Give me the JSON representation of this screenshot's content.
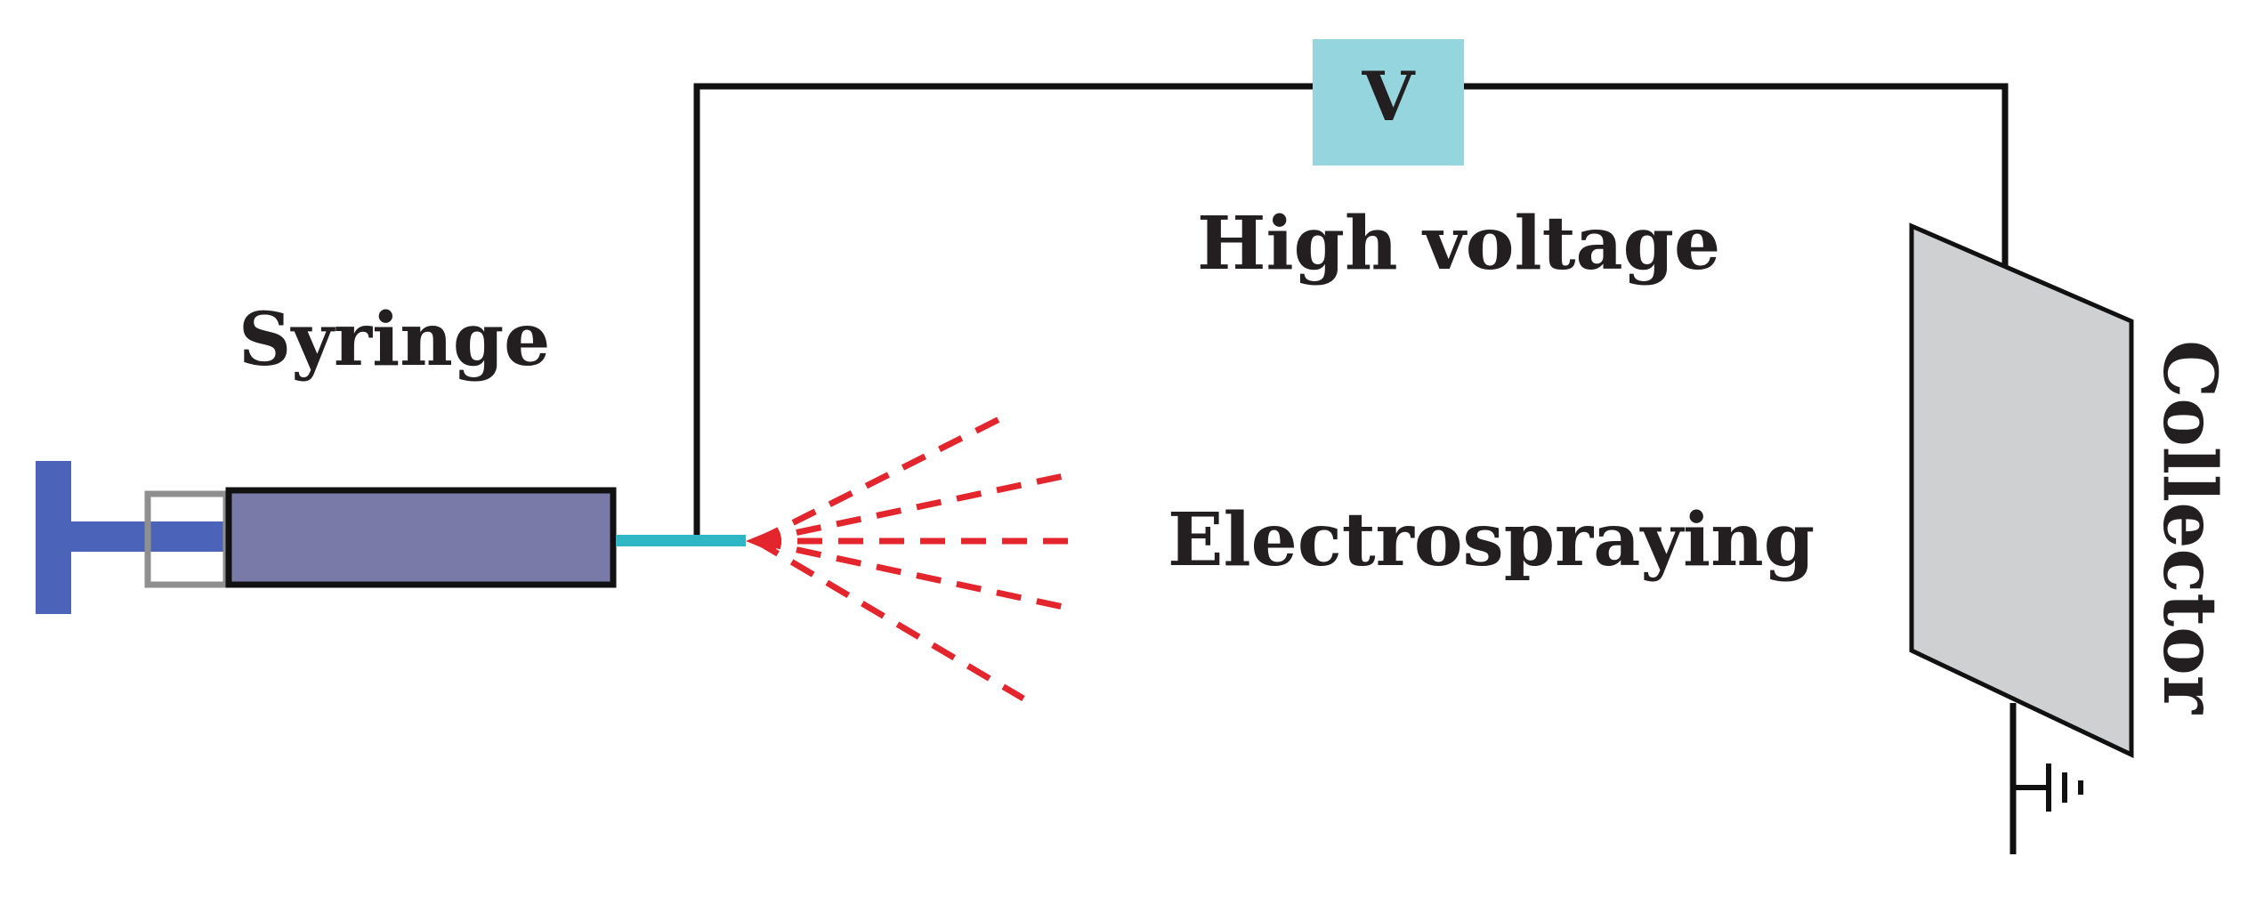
{
  "labels": {
    "voltage_symbol": "V",
    "high_voltage": "High voltage",
    "syringe": "Syringe",
    "electrospraying": "Electrospraying",
    "collector": "Collector"
  },
  "colors": {
    "wire": "#111111",
    "voltage_box": "#95d5de",
    "syringe_barrel": "#7a7aa8",
    "plunger": "#4b63b8",
    "plunger_frame": "#8f8f8f",
    "needle": "#2fb7c6",
    "spray": "#e3262d",
    "collector_plate": "#cfd0d2",
    "text": "#231f20"
  },
  "icons": {
    "ground": "ground-symbol-icon",
    "spray": "spray-cone-icon"
  }
}
